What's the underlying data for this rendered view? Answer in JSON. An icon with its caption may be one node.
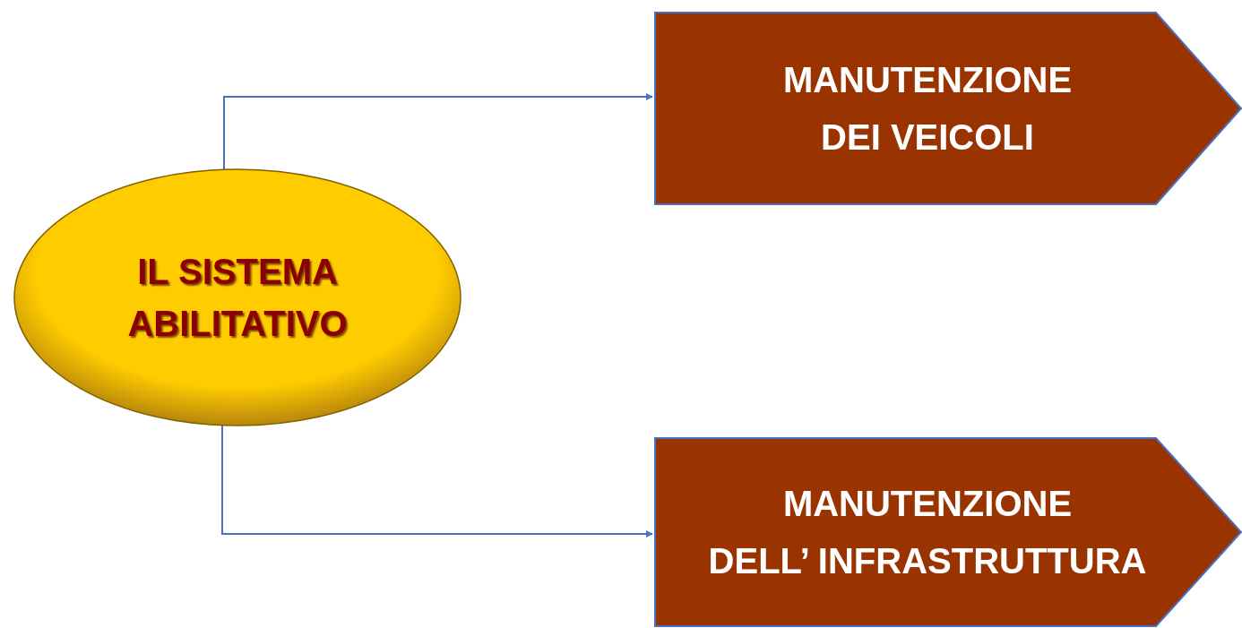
{
  "diagram": {
    "nodes": [
      {
        "text": [
          "IL SISTEMA ABILITATIVO"
        ]
      },
      {
        "text": [
          "MANUTENZIONE DEI VEICOLI"
        ]
      },
      {
        "text": [
          "MANUTENZIONE DELL’ INFRASTRUTTURA"
        ]
      }
    ],
    "edges": [
      {
        "from": 0,
        "to": 1,
        "arrow": "to"
      },
      {
        "from": 0,
        "to": 2,
        "arrow": "to"
      }
    ]
  }
}
